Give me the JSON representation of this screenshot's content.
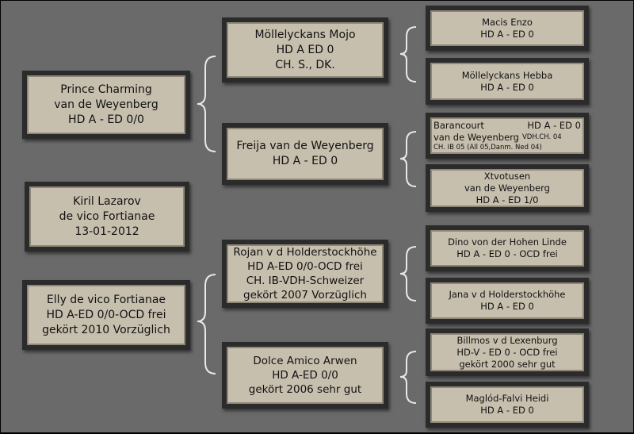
{
  "parents": {
    "sire": {
      "lines": [
        "Prince Charming",
        "van de Weyenberg",
        "HD A - ED 0/0"
      ]
    },
    "center": {
      "lines": [
        "Kiril Lazarov",
        "de vico Fortianae",
        "13-01-2012"
      ]
    },
    "dam": {
      "lines": [
        "Elly de vico Fortianae",
        "HD A-ED 0/0-OCD frei",
        "gekört 2010 Vorzüglich"
      ]
    }
  },
  "grandparents": {
    "sire_sire": {
      "lines": [
        "Möllelyckans Mojo",
        "HD A ED 0",
        "CH. S., DK."
      ]
    },
    "sire_dam": {
      "lines": [
        "Freija van de Weyenberg",
        "HD A - ED 0"
      ]
    },
    "dam_sire": {
      "lines": [
        "Rojan v d Holderstockhöhe",
        "HD A-ED 0/0-OCD frei",
        "CH. IB-VDH-Schweizer",
        "gekört 2007 Vorzüglich"
      ]
    },
    "dam_dam": {
      "lines": [
        "Dolce Amico Arwen",
        "HD A-ED 0/0",
        "gekört 2006 sehr gut"
      ]
    }
  },
  "great_grandparents": {
    "g1": {
      "lines": [
        "Macis Enzo",
        "HD A - ED 0"
      ]
    },
    "g2": {
      "lines": [
        "Möllelyckans Hebba",
        "HD A - ED 0"
      ]
    },
    "g3": {
      "name_1": "Barancourt",
      "hd": "HD A - ED 0",
      "name_2": "van de Weyenberg",
      "titles_1": "VDH.CH. 04",
      "titles_2": "CH. IB 05 (All 05,Danm. Ned 04)"
    },
    "g4": {
      "lines": [
        "Xtvotusen",
        "van de Weyenberg",
        "HD A - ED 1/0"
      ]
    },
    "g5": {
      "lines": [
        "Dino von der Hohen Linde",
        "HD A - ED 0 - OCD frei"
      ]
    },
    "g6": {
      "lines": [
        "Jana v d Holderstockhöhe",
        "HD A - ED 0"
      ]
    },
    "g7": {
      "lines": [
        "Billmos v d Lexenburg",
        "HD-V - ED 0 - OCD frei",
        "gekört 2000 sehr gut"
      ]
    },
    "g8": {
      "lines": [
        "Maglód-Falvi Heidi",
        "HD A - ED 0"
      ]
    }
  }
}
